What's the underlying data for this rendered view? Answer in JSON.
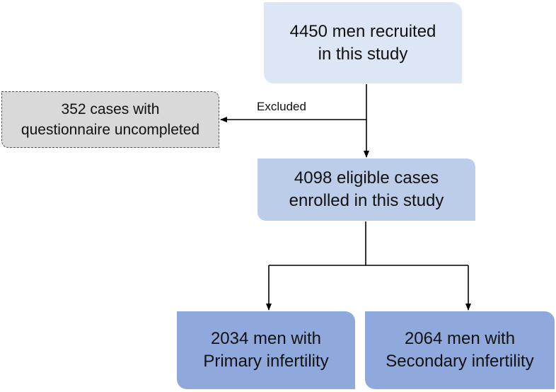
{
  "nodes": {
    "recruited": {
      "lines": [
        "4450 men recruited",
        "in this study"
      ]
    },
    "excluded": {
      "lines": [
        "352 cases with",
        "questionnaire uncompleted"
      ]
    },
    "eligible": {
      "lines": [
        "4098 eligible cases",
        "enrolled in this study"
      ]
    },
    "primary": {
      "lines": [
        "2034 men with",
        "Primary infertility"
      ]
    },
    "secondary": {
      "lines": [
        "2064 men with",
        "Secondary infertility"
      ]
    }
  },
  "edges": {
    "excluded_label": "Excluded"
  },
  "colors": {
    "recruited_fill": "#dce6f4",
    "excluded_fill": "#d9d9d9",
    "eligible_fill": "#bccde9",
    "outcome_fill": "#8fa9dc",
    "line": "#000000"
  }
}
